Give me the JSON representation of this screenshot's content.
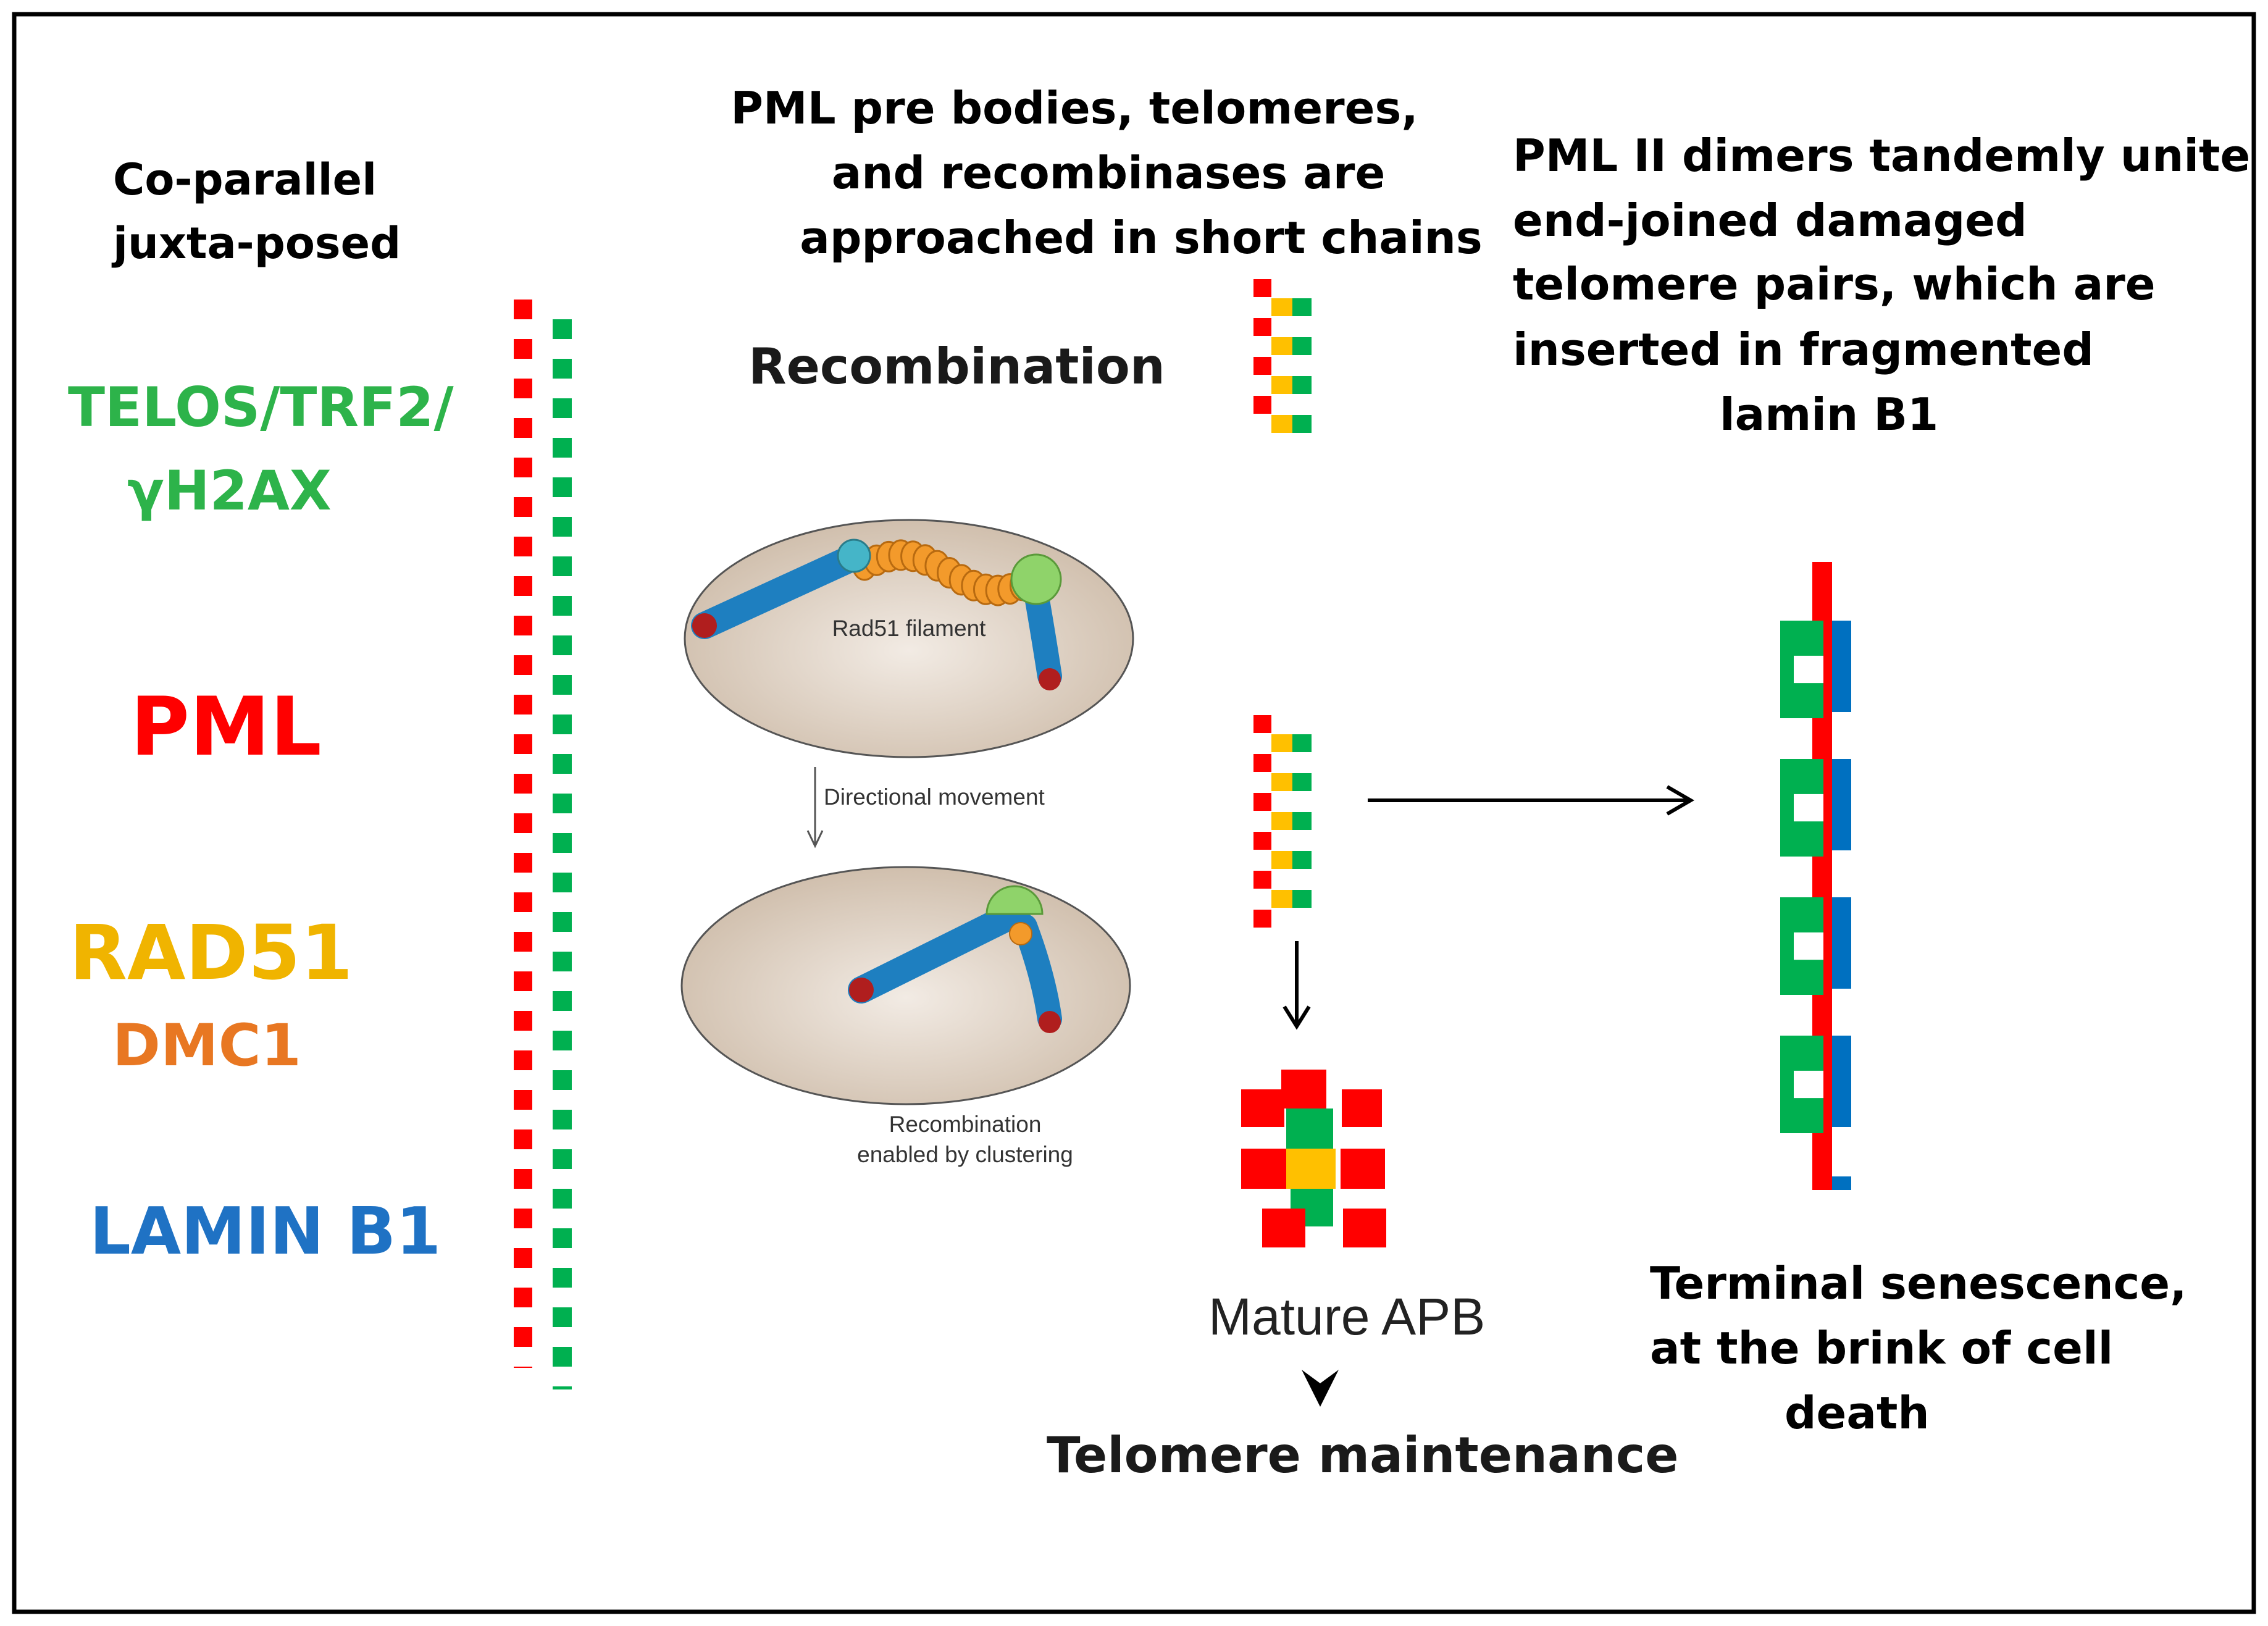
{
  "left": {
    "heading": [
      "Co-parallel",
      "juxta-posed"
    ],
    "labels": {
      "telos": "TELOS/TRF2/",
      "gh2ax": "γH2AX",
      "pml": "PML",
      "rad51": "RAD51",
      "dmc1": "DMC1",
      "lamin": "LAMIN B1"
    }
  },
  "middle": {
    "heading": [
      "PML pre bodies, telomeres,",
      "and recombinases are",
      "approached in short chains"
    ],
    "recombination": "Recombination",
    "rad51_filament": "Rad51 filament",
    "directional_movement": "Directional movement",
    "clustering": [
      "Recombination",
      "enabled by clustering"
    ],
    "mature_apb": "Mature APB",
    "telomere_maintenance": "Telomere maintenance"
  },
  "right": {
    "heading": [
      "PML II dimers  tandemly unite",
      "end-joined  damaged",
      "telomere pairs, which are",
      "inserted in fragmented",
      "lamin B1"
    ],
    "footer": [
      "Terminal senescence,",
      "at the brink of cell",
      "death"
    ]
  },
  "colors": {
    "red": "#ff0000",
    "green": "#00b050",
    "yellow": "#ffc000",
    "blue": "#0070c0",
    "telos_text": "#2db34a",
    "rad51_text": "#f0b400",
    "dmc1_text": "#e87722",
    "lamin_text": "#1f72c4"
  }
}
